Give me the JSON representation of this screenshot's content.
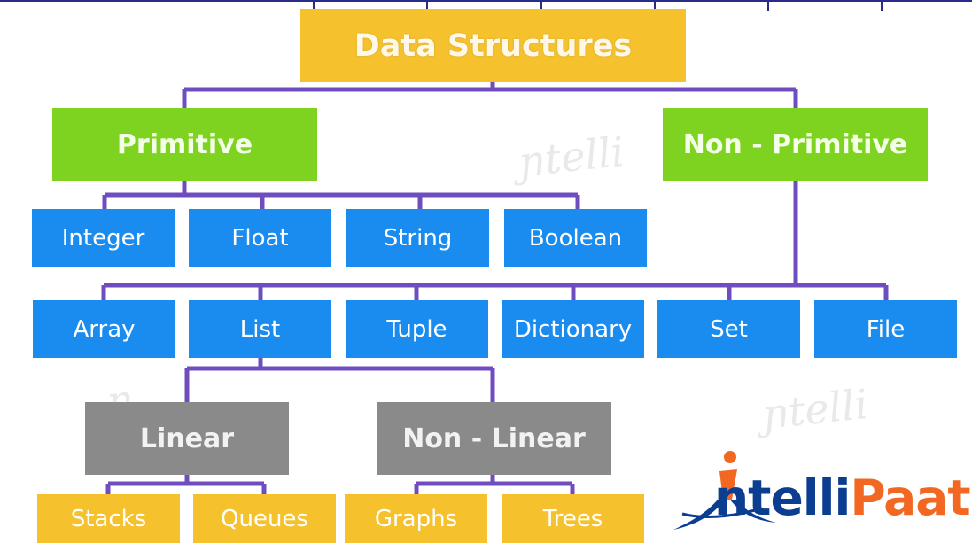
{
  "diagram": {
    "root": {
      "label": "Data Structures",
      "color": "#f5c22e"
    },
    "categories": [
      {
        "label": "Primitive",
        "color": "#7ed321"
      },
      {
        "label": "Non - Primitive",
        "color": "#7ed321"
      }
    ],
    "primitive_types": [
      "Integer",
      "Float",
      "String",
      "Boolean"
    ],
    "non_primitive_types": [
      "Array",
      "List",
      "Tuple",
      "Dictionary",
      "Set",
      "File"
    ],
    "list_types": [
      "Linear",
      "Non - Linear"
    ],
    "linear_types": [
      "Stacks",
      "Queues"
    ],
    "non_linear_types": [
      "Graphs",
      "Trees"
    ],
    "colors": {
      "connector": "#6f4dbf",
      "blue_box": "#1a8cf0",
      "gray_box": "#8a8a8a",
      "yellow_box": "#f5c22e"
    }
  },
  "logo": {
    "text_prefix": "ntelli",
    "text_suffix": "Paat",
    "icon": "person-i-logo-icon"
  }
}
